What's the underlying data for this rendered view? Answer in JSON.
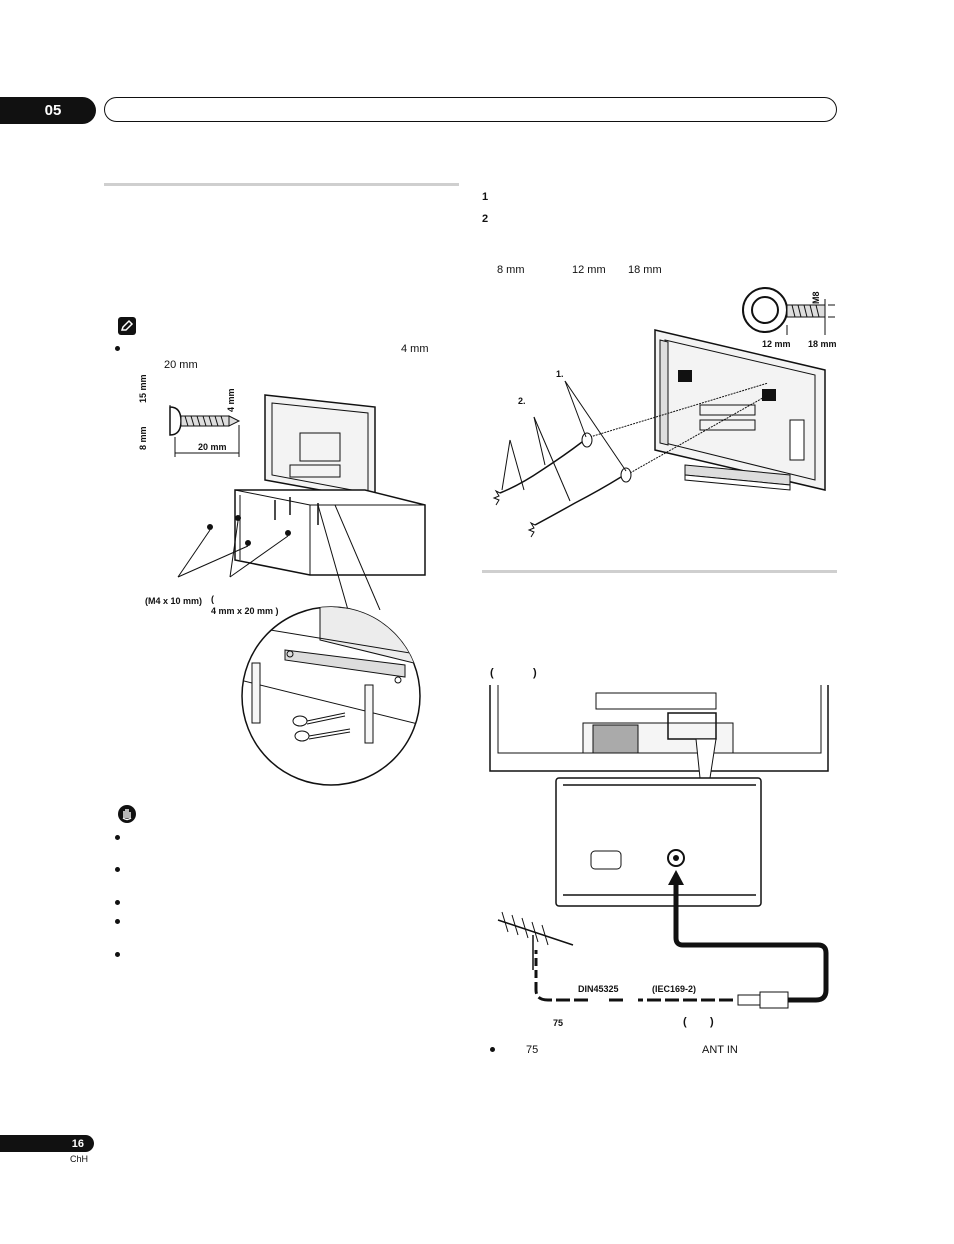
{
  "header": {
    "chapter_number": "05"
  },
  "left": {
    "dimension_mm": "4 mm",
    "dimension_mm2": "20 mm",
    "screw_diagram": {
      "len_15": "15 mm",
      "len_8": "8 mm",
      "len_4": "4 mm",
      "len_20": "20 mm"
    },
    "label_m4": "(M4 x 10 mm)",
    "label_paren": "(",
    "label_wood": "4 mm x 20 mm )"
  },
  "right": {
    "step1": "1",
    "step2": "2",
    "dims": {
      "d8": "8 mm",
      "d12": "12 mm",
      "d18": "18 mm"
    },
    "eyebolt": {
      "m8": "M8",
      "d12": "12 mm",
      "d18": "18 mm"
    },
    "label_1": "1.",
    "label_2": "2.",
    "rear_paren_open": "(",
    "rear_paren_close": ")",
    "antenna": {
      "din": "DIN45325",
      "iec": "(IEC169-2)",
      "ohm": "75",
      "paren_open": "(",
      "paren_close": ")"
    },
    "bullet_75": "75",
    "bullet_antin": "ANT IN"
  },
  "footer": {
    "page_number": "16",
    "lang": "ChH"
  }
}
